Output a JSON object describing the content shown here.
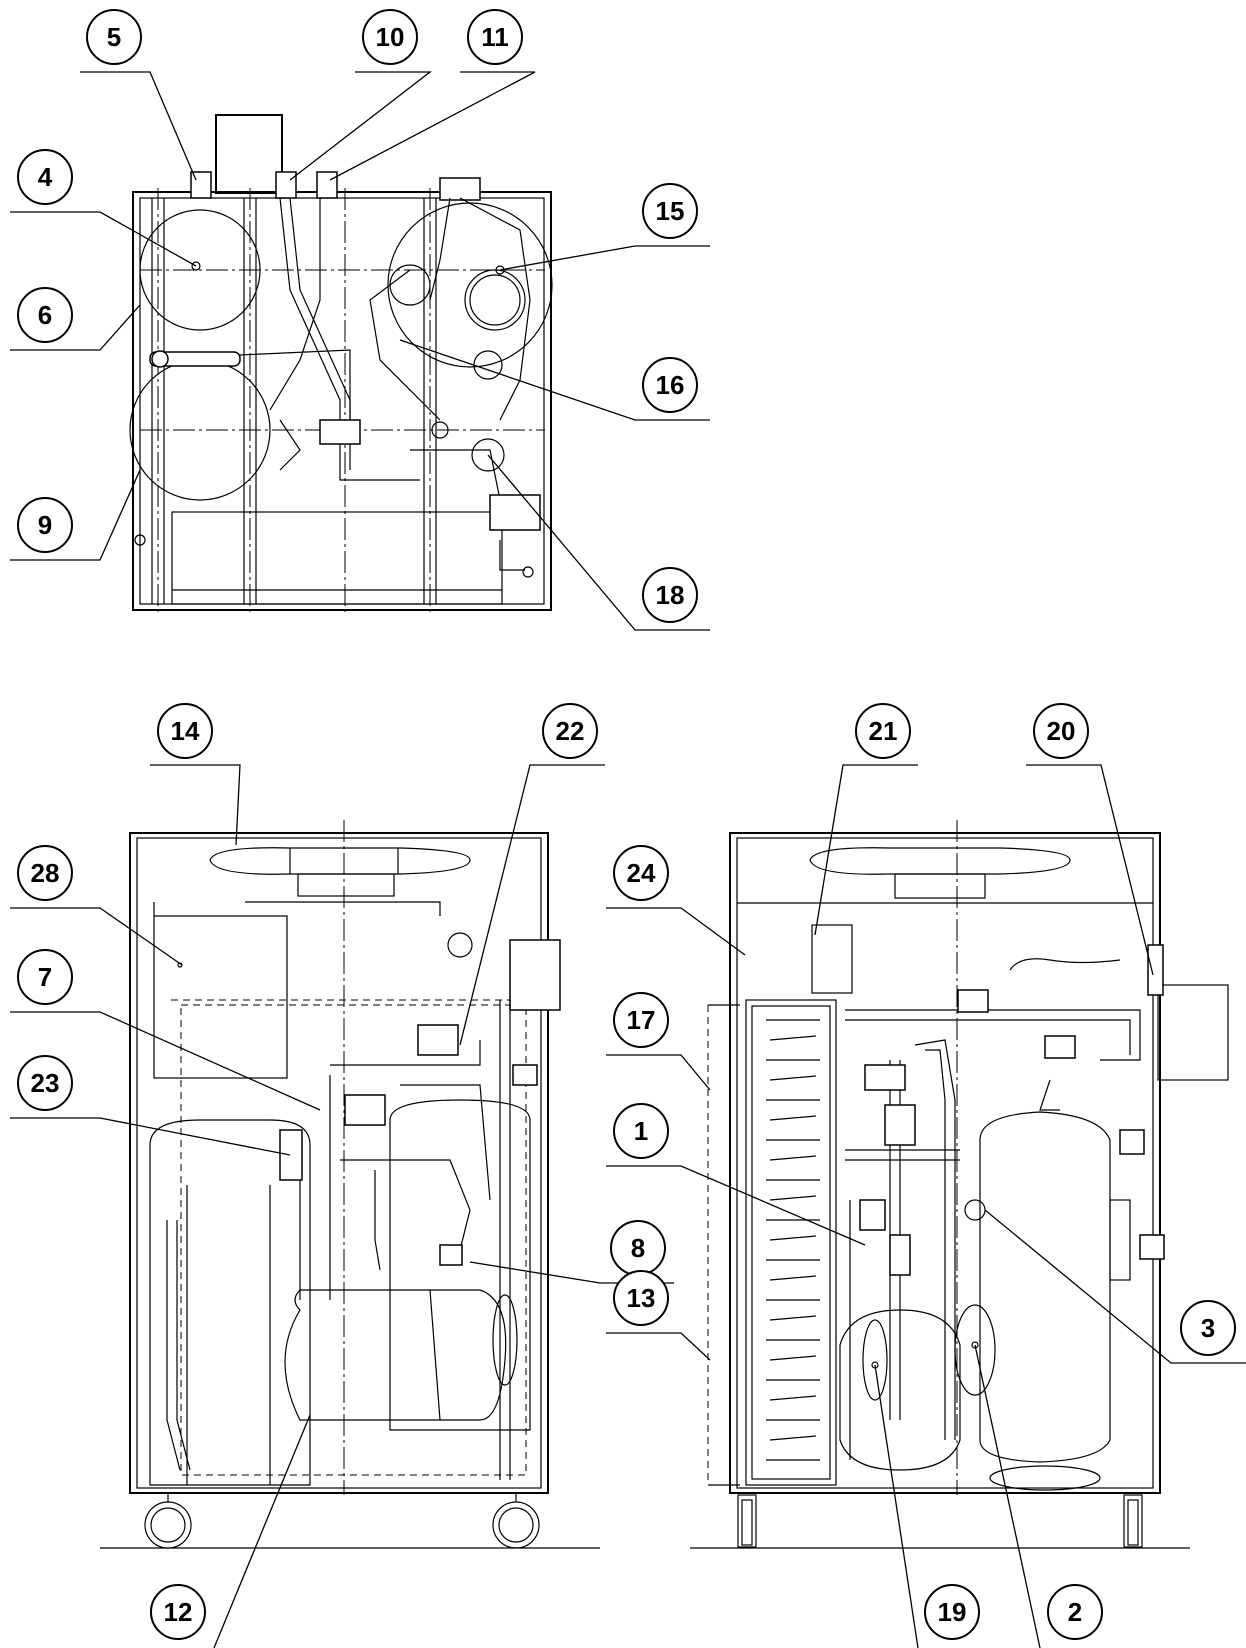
{
  "balloons": [
    {
      "id": "5",
      "label": "5"
    },
    {
      "id": "10",
      "label": "10"
    },
    {
      "id": "11",
      "label": "11"
    },
    {
      "id": "4",
      "label": "4"
    },
    {
      "id": "15",
      "label": "15"
    },
    {
      "id": "6",
      "label": "6"
    },
    {
      "id": "16",
      "label": "16"
    },
    {
      "id": "9",
      "label": "9"
    },
    {
      "id": "18",
      "label": "18"
    },
    {
      "id": "14",
      "label": "14"
    },
    {
      "id": "22",
      "label": "22"
    },
    {
      "id": "28",
      "label": "28"
    },
    {
      "id": "7",
      "label": "7"
    },
    {
      "id": "23",
      "label": "23"
    },
    {
      "id": "8",
      "label": "8"
    },
    {
      "id": "12",
      "label": "12"
    },
    {
      "id": "21",
      "label": "21"
    },
    {
      "id": "20",
      "label": "20"
    },
    {
      "id": "24",
      "label": "24"
    },
    {
      "id": "17",
      "label": "17"
    },
    {
      "id": "1",
      "label": "1"
    },
    {
      "id": "3",
      "label": "3"
    },
    {
      "id": "13",
      "label": "13"
    },
    {
      "id": "19",
      "label": "19"
    },
    {
      "id": "2",
      "label": "2"
    }
  ]
}
